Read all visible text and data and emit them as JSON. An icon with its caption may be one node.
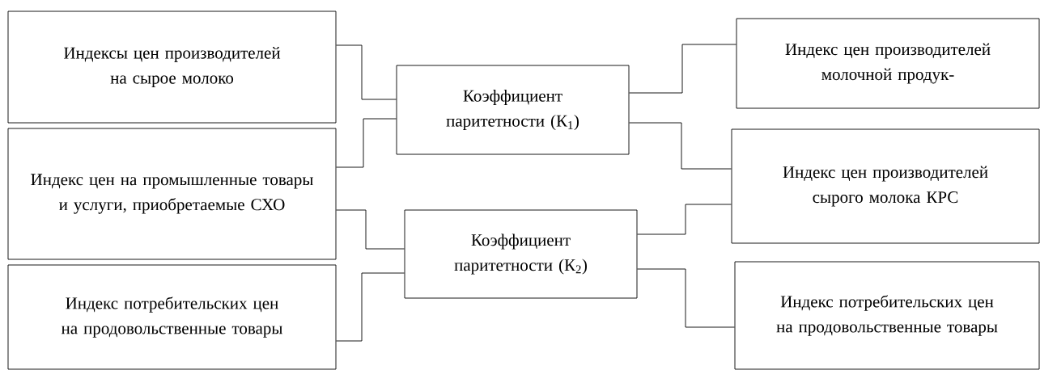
{
  "diagram": {
    "nodes": [
      {
        "text": [
          "Индексы цен производителей на сырое молоко"
        ]
      },
      {
        "text": [
          "Индекс цен на промышленные товары и услуги, приобретаемые СХО"
        ]
      },
      {
        "text": [
          "Индекс потребительских цен на продовольственные товары"
        ]
      },
      {
        "text": [
          "Коэффициент паритетности (К$_{1}$)"
        ]
      },
      {
        "text": [
          "Коэффициент паритетности (К$_{2}$)"
        ]
      },
      {
        "text": [
          "Индекс цен производителей молочной продук-"
        ]
      },
      {
        "text": [
          "Индекс цен производителей сырого молока КРС"
        ]
      },
      {
        "text": [
          "Индекс потребительских цен на продовольственные товары"
        ]
      }
    ],
    "edges": [
      {
        "from": 0,
        "to": 3,
        "arrow": "none"
      },
      {
        "from": 1,
        "to": 3,
        "arrow": "none"
      },
      {
        "from": 1,
        "to": 4,
        "arrow": "none"
      },
      {
        "from": 2,
        "to": 4,
        "arrow": "none"
      },
      {
        "from": 3,
        "to": 5,
        "arrow": "none"
      },
      {
        "from": 3,
        "to": 6,
        "arrow": "none"
      },
      {
        "from": 4,
        "to": 6,
        "arrow": "none"
      },
      {
        "from": 4,
        "to": 7,
        "arrow": "none"
      }
    ]
  }
}
